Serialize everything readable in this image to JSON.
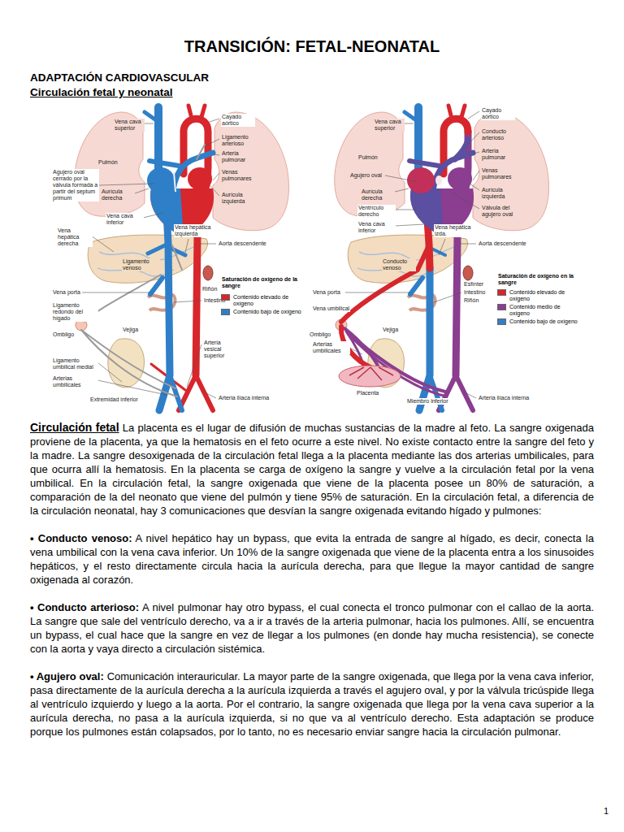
{
  "diagram": {
    "title": "TRANSICIÓN: FETAL-NEONATAL",
    "labels": [
      "ADAPTACIÓN CARDIOVASCULAR",
      "Circulación fetal y neonatal",
      "Vena cava superior",
      "Cayado aórtico",
      "Ligamento arterioso",
      "Pulmón",
      "Arteria pulmonar",
      "Agujero oval cerrado por la válvula formada a partir del septum primum",
      "Venas pulmonares",
      "Aurícula derecha",
      "Aurícula izquierda",
      "Vena cava inferior",
      "Vena hepática izquierda",
      "Vena hepática derecha",
      "Ligamento venoso",
      "Aorta descendente",
      "Riñón",
      "Vena porta",
      "Intestino",
      "Ligamento redondo del hígado",
      "Ombligo",
      "Vejiga",
      "Arteria vesical superior",
      "Ligamento umbilical medial",
      "Arterias umbilicales",
      "Extremidad inferior",
      "Arteria ilíaca interna",
      "Saturación de oxígeno de la sangre",
      "Cayado aórtico",
      "Vena cava superior",
      "Conducto arterioso",
      "Arteria pulmonar",
      "Pulmón",
      "Venas pulmonares",
      "Agujero oval",
      "Aurícula derecha",
      "Aurícula izquierda",
      "Válvula del agujero oval",
      "Ventrículo derecho",
      "Vena cava inferior",
      "Vena hepática izda.",
      "Conducto venoso",
      "Aorta descendente",
      "Esfínter",
      "Intestino",
      "Vena porta",
      "Riñón",
      "Vena umbilical",
      "Ombligo",
      "Vejiga",
      "Arterias umbilicales",
      "Placenta",
      "Miembro inferior",
      "Arteria ilíaca interna",
      "Saturación de oxígeno en la sangre",
      "Circulación fetal",
      "La placenta es el lugar de difusión de muchas sustancias de la madre al feto. La sangre oxigenada proviene de la placenta, ya que la hematosis en el feto ocurre a este nivel. No existe contacto entre la sangre del feto y la madre. La sangre desoxigenada de la circulación fetal llega a la placenta mediante las dos arterias umbilicales, para que ocurra allí la hematosis. En la placenta se carga de oxígeno la sangre y vuelve a la circulación fetal por la vena umbilical. En la circulación fetal, la sangre oxigenada que viene de la placenta posee un 80% de saturación, a comparación de la del neonato que viene del pulmón y tiene 95% de saturación. En la circulación fetal, a diferencia de la circulación neonatal, hay 3 comunicaciones que desvían la sangre oxigenada evitando hígado y pulmones:",
      "• Conducto venoso:",
      "A nivel hepático hay un bypass, que evita la entrada de sangre al hígado, es decir, conecta la vena umbilical con la vena cava inferior. Un 10% de la sangre oxigenada que viene de la placenta entra a los sinusoides hepáticos, y el resto directamente circula hacia la aurícula derecha, para que llegue la mayor cantidad de sangre oxigenada al corazón.",
      "• Conducto arterioso:",
      "A nivel pulmonar hay otro bypass, el cual conecta el tronco pulmonar con el callao de la aorta. La sangre que sale del ventrículo derecho, va a ir a través de la arteria pulmonar, hacia los pulmones. Allí, se encuentra un bypass, el cual hace que la sangre en vez de llegar a los pulmones (en donde hay mucha resistencia), se conecte con la aorta y vaya directo a circulación sistémica.",
      "• Agujero oval:",
      "Comunicación interauricular. La mayor parte de la sangre oxigenada, que llega por la vena cava inferior, pasa directamente de la aurícula derecha a la aurícula izquierda a través el agujero oval, y por la válvula tricúspide llega al ventrículo izquierdo y luego a la aorta. Por el contrario, la sangre oxigenada que llega por la vena cava superior a la aurícula derecha, no pasa a la aurícula izquierda, si no que va al ventrículo derecho. Esta adaptación se produce porque los pulmones están colapsados, por lo tanto, no es necesario enviar sangre hacia la circulación pulmonar.",
      "1"
    ],
    "legend": [
      {
        "text": "Contenido elevado de oxígeno",
        "color": "#d7262c"
      },
      {
        "text": "Contenido bajo de oxígeno",
        "color": "#2f7fc8"
      },
      {
        "text": "Contenido elevado de oxígeno",
        "color": "#d7262c"
      },
      {
        "text": "Contenido medio de oxígeno",
        "color": "#8b3d8f"
      },
      {
        "text": "Contenido bajo de oxígeno",
        "color": "#2f7fc8"
      }
    ]
  }
}
